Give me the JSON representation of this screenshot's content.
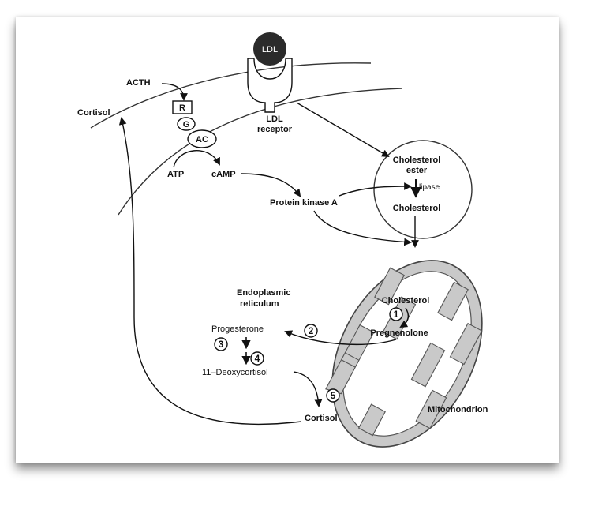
{
  "labels": {
    "ldl": "LDL",
    "acth": "ACTH",
    "cortisol_out": "Cortisol",
    "receptor_r": "R",
    "g_protein": "G",
    "adenylate_cyclase": "AC",
    "ldl_receptor_1": "LDL",
    "ldl_receptor_2": "receptor",
    "atp": "ATP",
    "camp": "cAMP",
    "protein_kinase_a": "Protein kinase A",
    "cholesterol_ester_1": "Cholesterol",
    "cholesterol_ester_2": "ester",
    "lipase": "lipase",
    "cholesterol_free": "Cholesterol",
    "er_1": "Endoplasmic",
    "er_2": "reticulum",
    "cholesterol_mito": "Cholesterol",
    "pregnenolone": "Pregnenolone",
    "progesterone": "Progesterone",
    "deoxycortisol": "11–Deoxycortisol",
    "cortisol_mito": "Cortisol",
    "mitochondrion": "Mitochondrion"
  },
  "steps": {
    "s1": "1",
    "s2": "2",
    "s3": "3",
    "s4": "4",
    "s5": "5"
  },
  "colors": {
    "mitochondrion_fill": "#c9c9c9",
    "ldl_fill": "#2b2b2b",
    "line": "#111111"
  }
}
